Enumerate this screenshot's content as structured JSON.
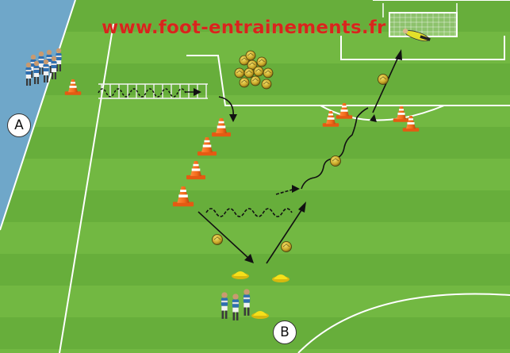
{
  "header": {
    "site_url": "www.foot-entrainements.fr"
  },
  "markers": {
    "group_a": "A",
    "group_b": "B"
  },
  "colors": {
    "grass_light": "#7cc34a",
    "grass_dark": "#5fa637",
    "sky": "#6fa7c9",
    "cone": "#f26a1b",
    "flat_marker": "#f5e01a",
    "title": "#d8251c"
  },
  "icons": [
    "player-figure",
    "training-cone",
    "flat-marker-disc",
    "ball",
    "agility-ladder",
    "goal",
    "goalkeeper"
  ]
}
